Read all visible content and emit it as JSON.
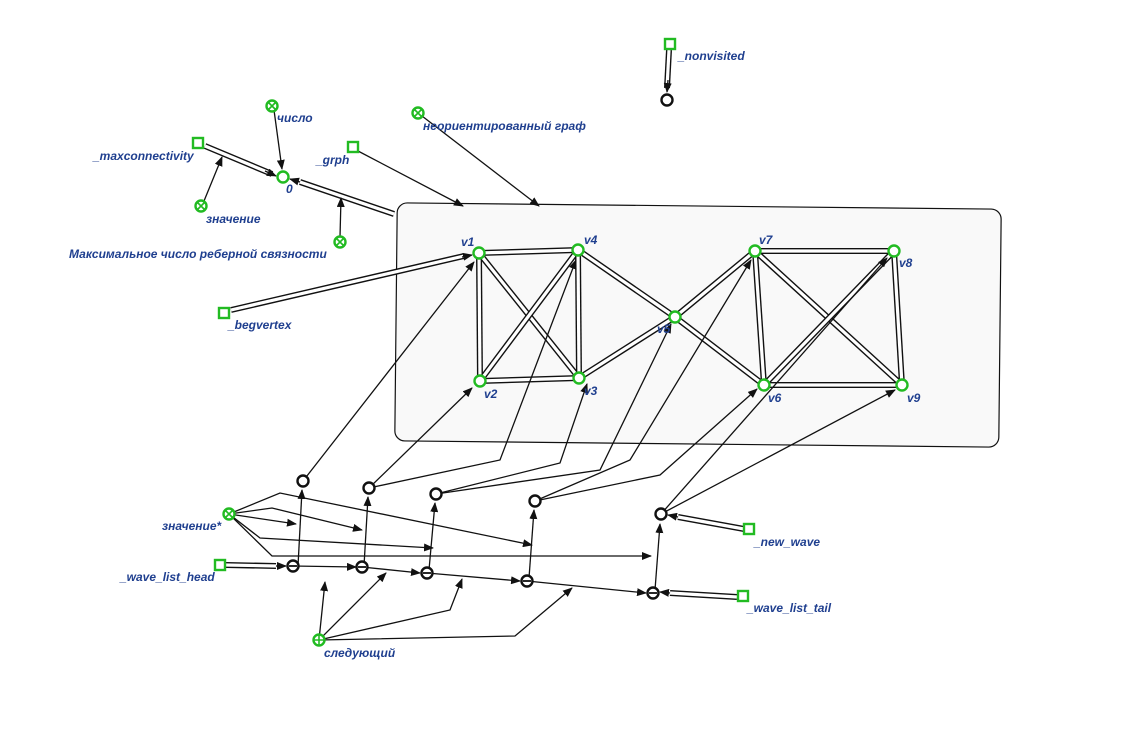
{
  "labels": {
    "nonvisited": "_nonvisited",
    "chislo": "число",
    "neorient": "неориентированный граф",
    "maxconn": "_maxconnectivity",
    "grph": "_grph",
    "zero": "0",
    "znachenie": "значение",
    "maxchislo": "Максимальное число реберной связности",
    "begvertex": "_begvertex",
    "v1": "v1",
    "v2": "v2",
    "v3": "v3",
    "v4": "v4",
    "v5": "v5",
    "v6": "v6",
    "v7": "v7",
    "v8": "v8",
    "v9": "v9",
    "znachenie_star": "значение*",
    "wave_list_head": "_wave_list_head",
    "new_wave": "_new_wave",
    "wave_list_tail": "_wave_list_tail",
    "sleduyushchiy": "следующий"
  },
  "colors": {
    "node_green": "#22bb22",
    "node_black": "#111111",
    "label_blue": "#1f3f8f"
  }
}
